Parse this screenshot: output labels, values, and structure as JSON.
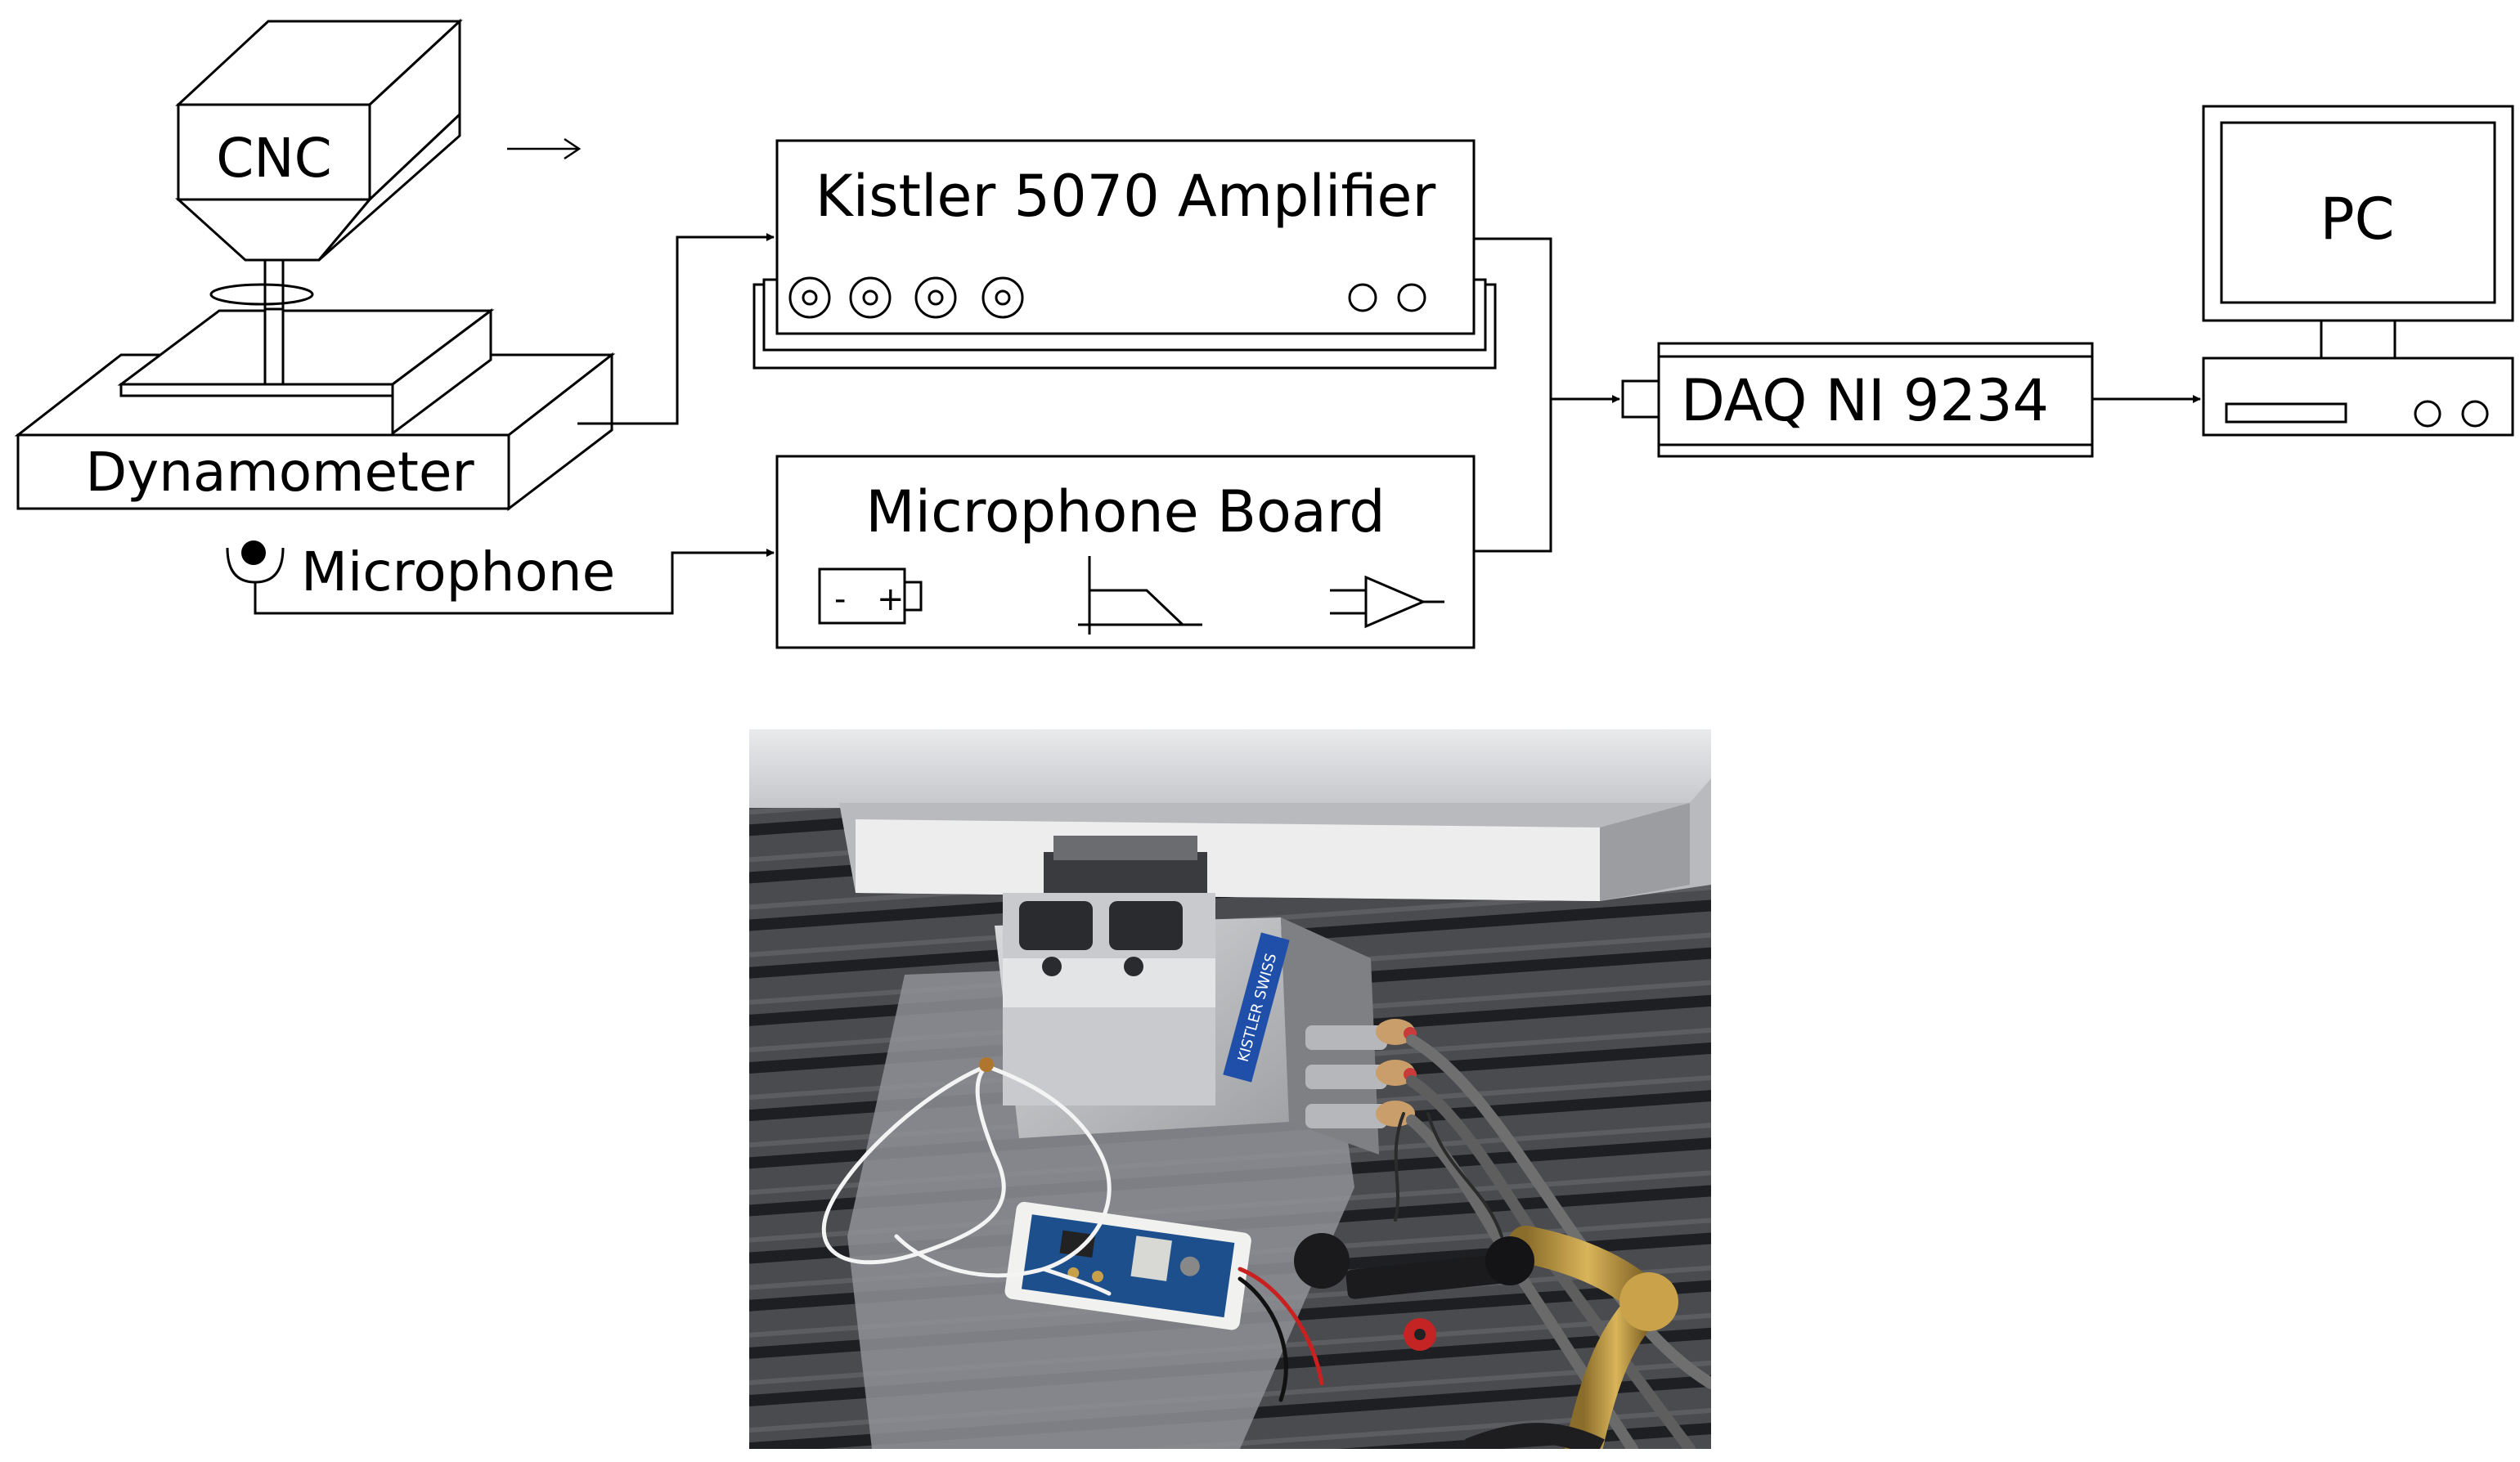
{
  "diagram": {
    "cnc_label": "CNC",
    "dynamometer_label": "Dynamometer",
    "microphone_label": "Microphone",
    "amplifier_label": "Kistler 5070 Amplifier",
    "mic_board_label": "Microphone Board",
    "daq_label": "DAQ NI 9234",
    "pc_label": "PC",
    "battery_minus": "-",
    "battery_plus": "+"
  },
  "photo": {
    "plate_text": "KISTLER SWISS"
  }
}
